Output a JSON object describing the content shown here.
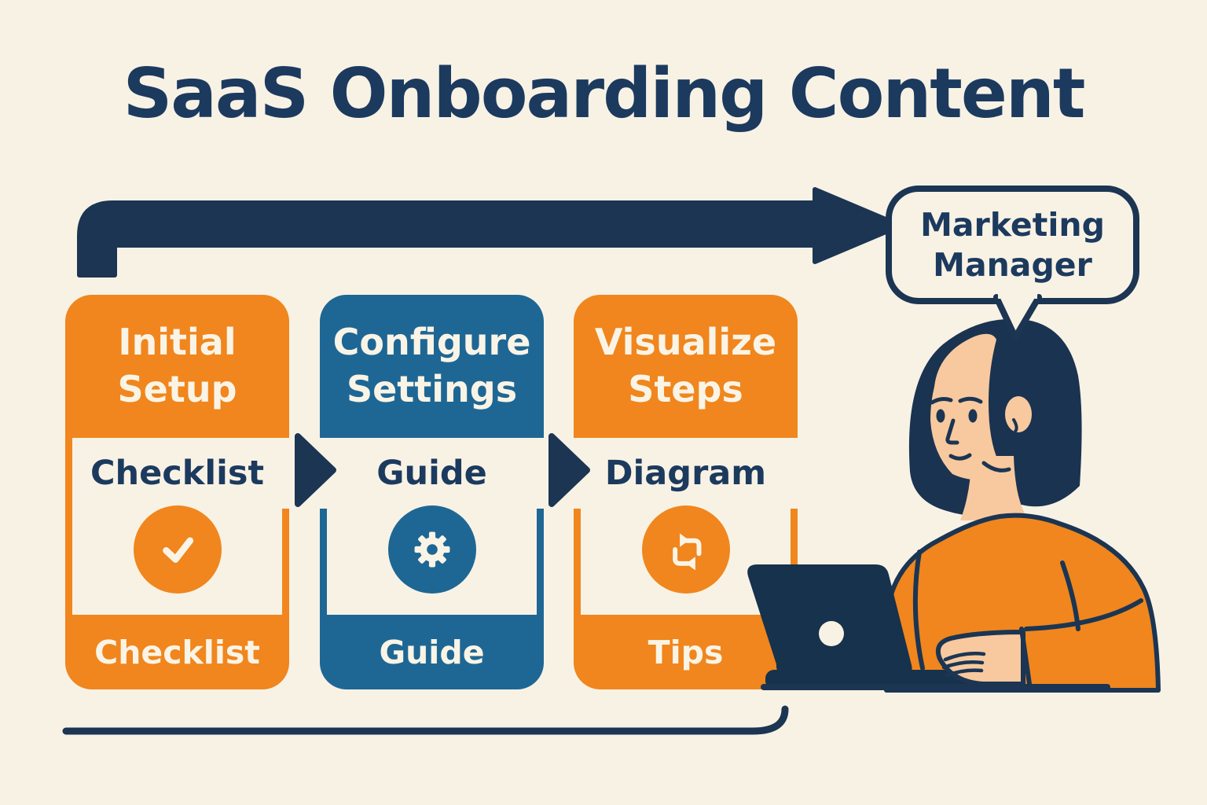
{
  "title": "SaaS Onboarding Content",
  "speech_bubble": {
    "line1": "Marketing",
    "line2": "Manager"
  },
  "cards": [
    {
      "header": "Initial Setup",
      "body_label": "Checklist",
      "icon": "check-icon",
      "footer_label": "Checklist",
      "color": "#F0861D"
    },
    {
      "header": "Configure Settings",
      "body_label": "Guide",
      "icon": "gear-icon",
      "footer_label": "Guide",
      "color": "#1E6795"
    },
    {
      "header": "Visualize Steps",
      "body_label": "Diagram",
      "icon": "repeat-icon",
      "footer_label": "Tips",
      "color": "#F0861D"
    }
  ],
  "colors": {
    "orange": "#F0861D",
    "blue": "#1E6795",
    "navy_text": "#1C3A5E",
    "navy_shape": "#1B3553",
    "cream": "#F8F2E5",
    "skin": "#F8C99E"
  }
}
